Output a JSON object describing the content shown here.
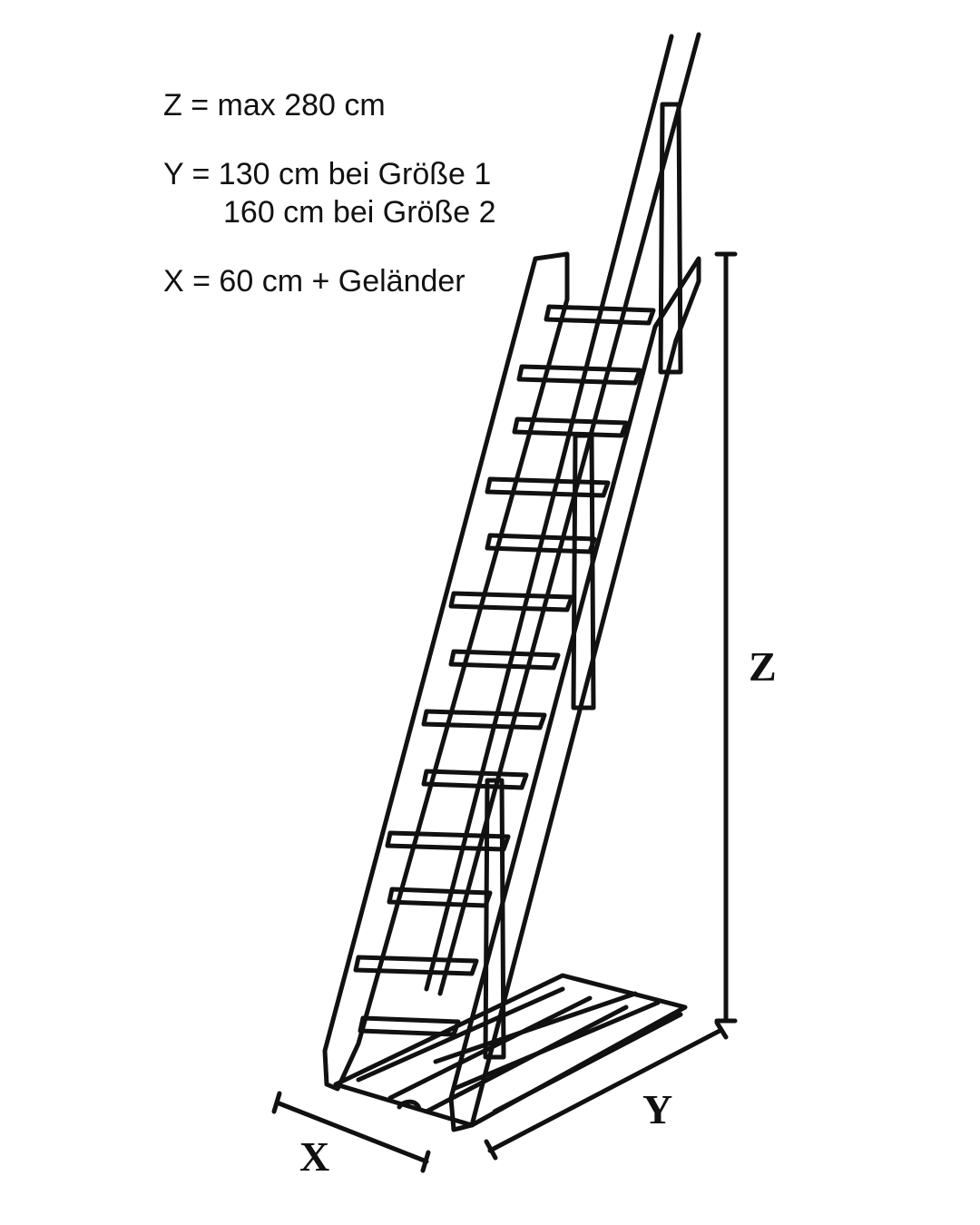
{
  "specs": {
    "z_line": "Z = max 280 cm",
    "y_line_1": "Y = 130 cm bei Größe 1",
    "y_line_2": "160 cm bei Größe 2",
    "x_line": "X = 60 cm + Geländer"
  },
  "dimension_labels": {
    "z": "Z",
    "y": "Y",
    "x": "X"
  }
}
